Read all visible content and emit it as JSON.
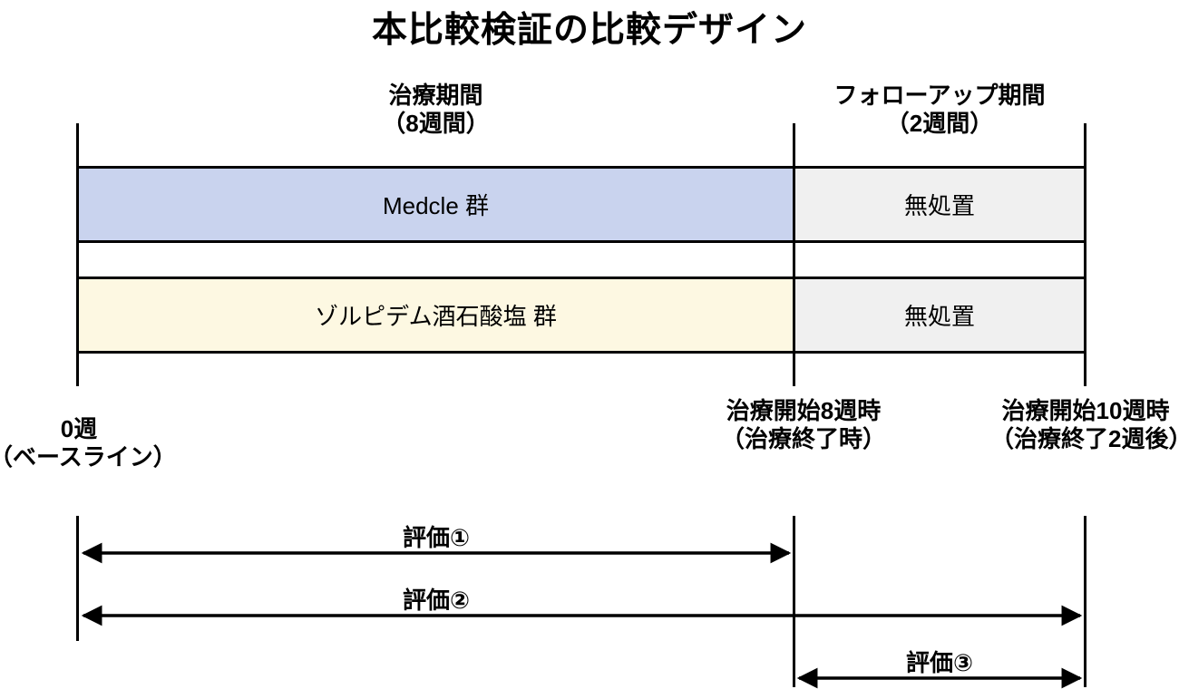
{
  "title": "本比較検証の比較デザイン",
  "phases": {
    "treatment": {
      "name": "治療期間",
      "duration": "（8週間）"
    },
    "followup": {
      "name": "フォローアップ期間",
      "duration": "（2週間）"
    }
  },
  "arms": [
    {
      "treatment_label": "Medcle 群",
      "followup_label": "無処置",
      "fill": "#c9d3ee"
    },
    {
      "treatment_label": "ゾルピデム酒石酸塩 群",
      "followup_label": "無処置",
      "fill": "#fdf8e2"
    }
  ],
  "timepoints": [
    {
      "line1": "0週",
      "line2": "（ベースライン）"
    },
    {
      "line1": "治療開始8週時",
      "line2": "（治療終了時）"
    },
    {
      "line1": "治療開始10週時",
      "line2": "（治療終了2週後）"
    }
  ],
  "evaluations": [
    "評価①",
    "評価②",
    "評価③"
  ],
  "colors": {
    "followup_fill": "#f0f0f0",
    "line": "#000000",
    "background": "#ffffff"
  }
}
